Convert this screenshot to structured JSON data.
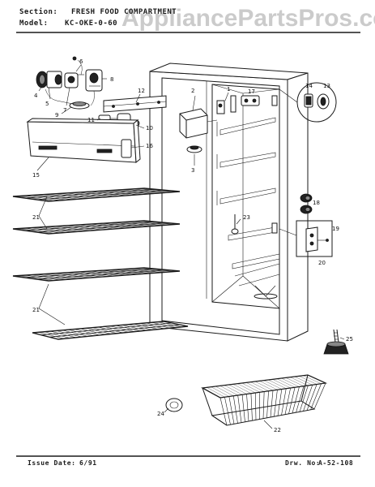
{
  "header": {
    "section_label": "Section:",
    "section_value": "FRESH FOOD COMPARTMENT",
    "model_label": "Model:",
    "model_value": "KC-OKE-0-60"
  },
  "watermark": "AppliancePartsPros.com",
  "footer": {
    "issue_label": "Issue Date:",
    "issue_value": "6/91",
    "drawing_label": "Drw. No:",
    "drawing_value": "A-52-108"
  },
  "callouts": [
    "1",
    "2",
    "3",
    "4",
    "5",
    "6",
    "7",
    "8",
    "9",
    "10",
    "11",
    "12",
    "13",
    "14",
    "15",
    "16",
    "17",
    "18",
    "19",
    "20",
    "21",
    "21",
    "22",
    "23",
    "24",
    "25"
  ]
}
